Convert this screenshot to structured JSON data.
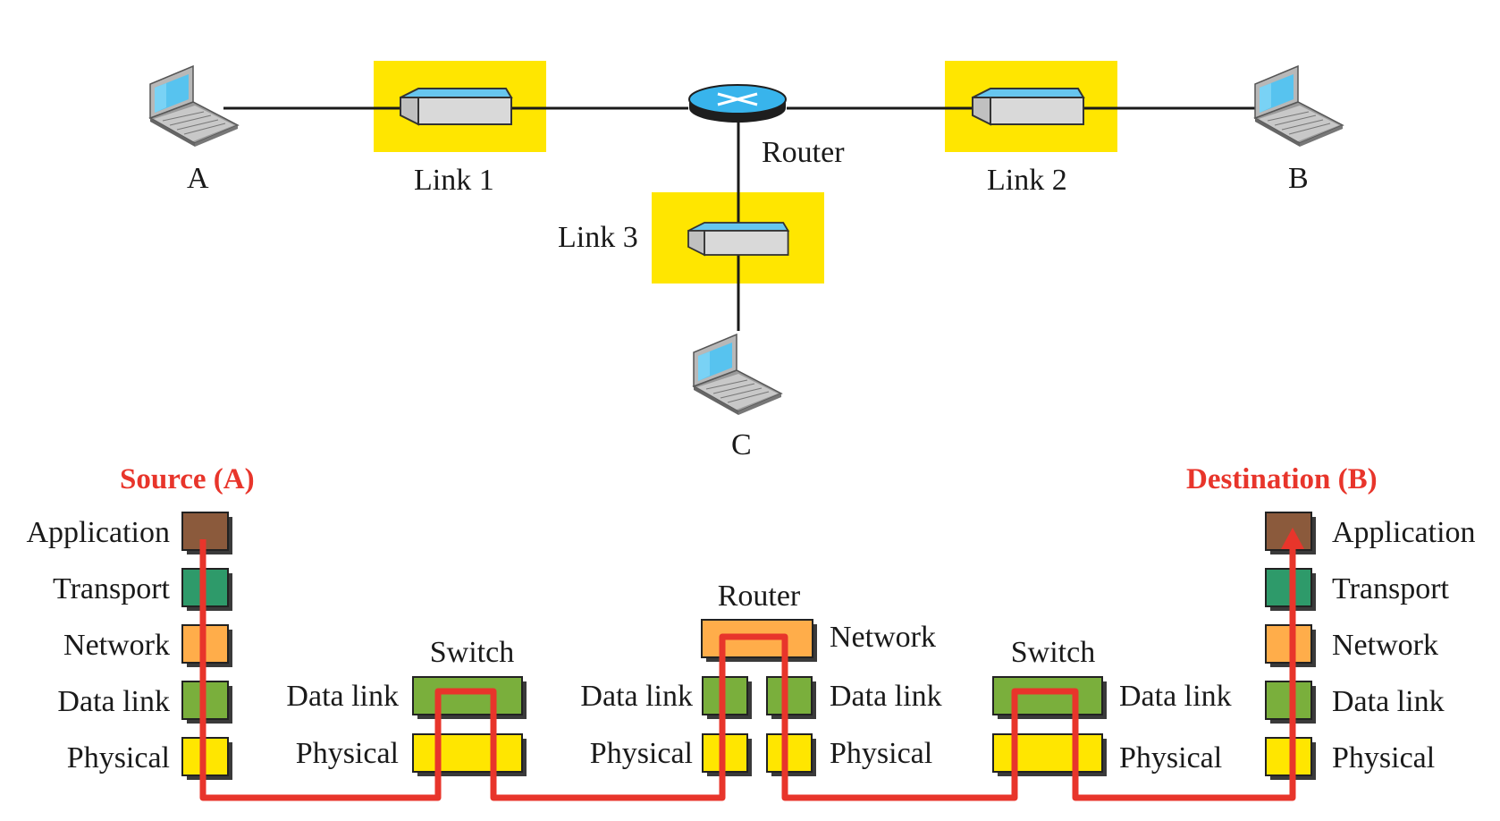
{
  "top": {
    "hosts": {
      "a": "A",
      "b": "B",
      "c": "C"
    },
    "links": {
      "link1": "Link 1",
      "link2": "Link 2",
      "link3": "Link 3"
    },
    "router": "Router"
  },
  "bottom": {
    "source_title": "Source (A)",
    "destination_title": "Destination (B)",
    "layers": {
      "application": "Application",
      "transport": "Transport",
      "network": "Network",
      "datalink": "Data link",
      "physical": "Physical"
    },
    "switch_label": "Switch",
    "router_label": "Router"
  },
  "colors": {
    "link_highlight": "#ffe600",
    "application": "#8b5a3c",
    "transport": "#2e9a6a",
    "network": "#ffad4a",
    "datalink": "#7aaf3c",
    "physical": "#ffe600",
    "path": "#e8352b"
  },
  "icons": [
    "laptop-icon",
    "switch-icon",
    "router-icon"
  ]
}
